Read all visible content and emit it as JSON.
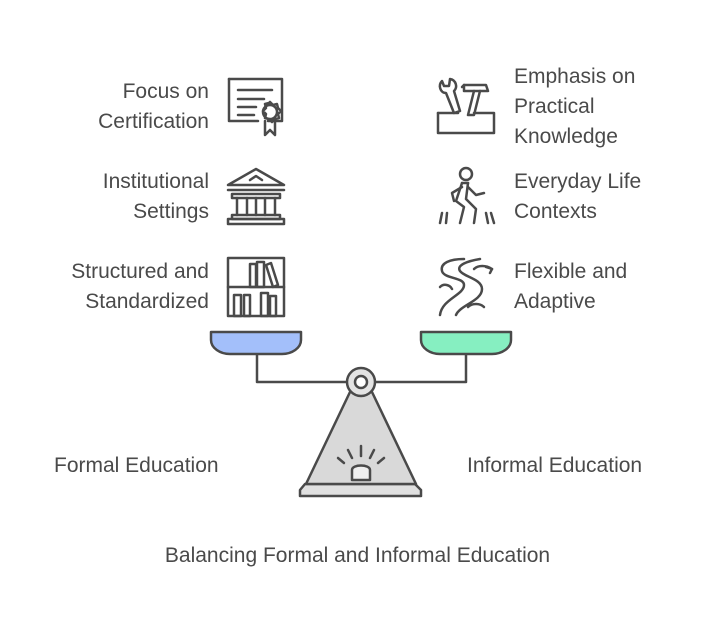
{
  "title": "Balancing Formal and Informal Education",
  "formal": {
    "caption": "Formal Education",
    "pan_color": "#a3bffa",
    "items": [
      {
        "lines": [
          "Focus on",
          "Certification"
        ],
        "icon": "certificate-icon"
      },
      {
        "lines": [
          "Institutional",
          "Settings"
        ],
        "icon": "institution-building-icon"
      },
      {
        "lines": [
          "Structured and",
          "Standardized"
        ],
        "icon": "bookshelf-icon"
      }
    ]
  },
  "informal": {
    "caption": "Informal Education",
    "pan_color": "#86efc1",
    "items": [
      {
        "lines": [
          "Emphasis on",
          "Practical",
          "Knowledge"
        ],
        "icon": "toolbox-icon"
      },
      {
        "lines": [
          "Everyday Life",
          "Contexts"
        ],
        "icon": "walking-person-icon"
      },
      {
        "lines": [
          "Flexible and",
          "Adaptive"
        ],
        "icon": "winding-road-icon"
      }
    ]
  }
}
